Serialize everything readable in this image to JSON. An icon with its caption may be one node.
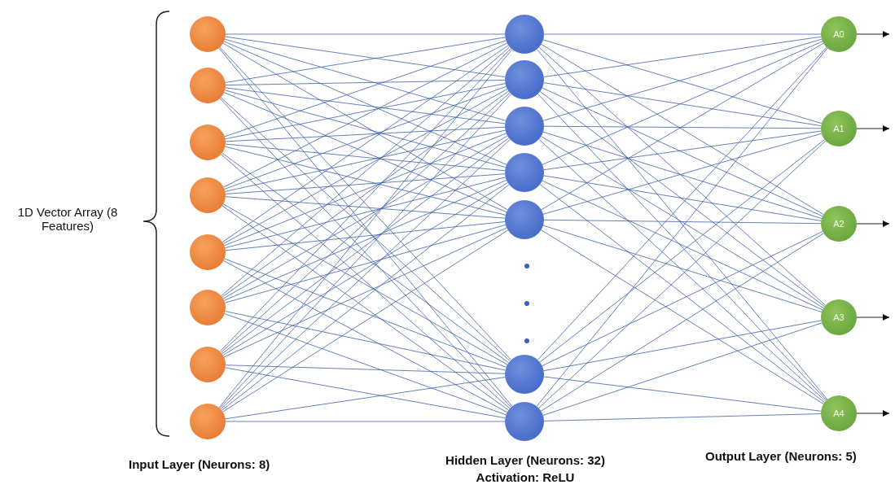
{
  "diagram": {
    "nodes": [
      {
        "text": [],
        "shape": "circle"
      },
      {
        "text": [],
        "shape": "circle"
      },
      {
        "text": [],
        "shape": "circle"
      },
      {
        "text": [],
        "shape": "circle"
      },
      {
        "text": [],
        "shape": "circle"
      },
      {
        "text": [],
        "shape": "circle"
      },
      {
        "text": [],
        "shape": "circle"
      },
      {
        "text": [],
        "shape": "circle"
      },
      {
        "text": [],
        "shape": "circle"
      },
      {
        "text": [],
        "shape": "circle"
      },
      {
        "text": [],
        "shape": "circle"
      },
      {
        "text": [],
        "shape": "circle"
      },
      {
        "text": [],
        "shape": "circle"
      },
      {
        "text": [],
        "shape": "circle"
      },
      {
        "text": [],
        "shape": "circle"
      },
      {
        "text": [
          "A0"
        ]
      },
      {
        "text": [
          "A1"
        ]
      },
      {
        "text": [
          "A2"
        ]
      },
      {
        "text": [
          "A3"
        ]
      },
      {
        "text": [
          "A4"
        ]
      }
    ],
    "edges": [
      {
        "from": 0,
        "to": 8,
        "arrow": "none"
      },
      {
        "from": 0,
        "to": 9,
        "arrow": "none"
      },
      {
        "from": 0,
        "to": 10,
        "arrow": "none"
      },
      {
        "from": 0,
        "to": 11,
        "arrow": "none"
      },
      {
        "from": 0,
        "to": 12,
        "arrow": "none"
      },
      {
        "from": 0,
        "to": 13,
        "arrow": "none"
      },
      {
        "from": 0,
        "to": 14,
        "arrow": "none"
      },
      {
        "from": 1,
        "to": 8,
        "arrow": "none"
      },
      {
        "from": 1,
        "to": 9,
        "arrow": "none"
      },
      {
        "from": 1,
        "to": 10,
        "arrow": "none"
      },
      {
        "from": 1,
        "to": 11,
        "arrow": "none"
      },
      {
        "from": 1,
        "to": 12,
        "arrow": "none"
      },
      {
        "from": 1,
        "to": 13,
        "arrow": "none"
      },
      {
        "from": 1,
        "to": 14,
        "arrow": "none"
      },
      {
        "from": 2,
        "to": 8,
        "arrow": "none"
      },
      {
        "from": 2,
        "to": 9,
        "arrow": "none"
      },
      {
        "from": 2,
        "to": 10,
        "arrow": "none"
      },
      {
        "from": 2,
        "to": 11,
        "arrow": "none"
      },
      {
        "from": 2,
        "to": 12,
        "arrow": "none"
      },
      {
        "from": 2,
        "to": 13,
        "arrow": "none"
      },
      {
        "from": 2,
        "to": 14,
        "arrow": "none"
      },
      {
        "from": 3,
        "to": 8,
        "arrow": "none"
      },
      {
        "from": 3,
        "to": 9,
        "arrow": "none"
      },
      {
        "from": 3,
        "to": 10,
        "arrow": "none"
      },
      {
        "from": 3,
        "to": 11,
        "arrow": "none"
      },
      {
        "from": 3,
        "to": 12,
        "arrow": "none"
      },
      {
        "from": 3,
        "to": 13,
        "arrow": "none"
      },
      {
        "from": 3,
        "to": 14,
        "arrow": "none"
      },
      {
        "from": 4,
        "to": 8,
        "arrow": "none"
      },
      {
        "from": 4,
        "to": 9,
        "arrow": "none"
      },
      {
        "from": 4,
        "to": 10,
        "arrow": "none"
      },
      {
        "from": 4,
        "to": 11,
        "arrow": "none"
      },
      {
        "from": 4,
        "to": 12,
        "arrow": "none"
      },
      {
        "from": 4,
        "to": 13,
        "arrow": "none"
      },
      {
        "from": 4,
        "to": 14,
        "arrow": "none"
      },
      {
        "from": 5,
        "to": 8,
        "arrow": "none"
      },
      {
        "from": 5,
        "to": 9,
        "arrow": "none"
      },
      {
        "from": 5,
        "to": 10,
        "arrow": "none"
      },
      {
        "from": 5,
        "to": 11,
        "arrow": "none"
      },
      {
        "from": 5,
        "to": 12,
        "arrow": "none"
      },
      {
        "from": 5,
        "to": 13,
        "arrow": "none"
      },
      {
        "from": 5,
        "to": 14,
        "arrow": "none"
      },
      {
        "from": 6,
        "to": 8,
        "arrow": "none"
      },
      {
        "from": 6,
        "to": 9,
        "arrow": "none"
      },
      {
        "from": 6,
        "to": 10,
        "arrow": "none"
      },
      {
        "from": 6,
        "to": 11,
        "arrow": "none"
      },
      {
        "from": 6,
        "to": 12,
        "arrow": "none"
      },
      {
        "from": 6,
        "to": 13,
        "arrow": "none"
      },
      {
        "from": 6,
        "to": 14,
        "arrow": "none"
      },
      {
        "from": 7,
        "to": 8,
        "arrow": "none"
      },
      {
        "from": 7,
        "to": 9,
        "arrow": "none"
      },
      {
        "from": 7,
        "to": 10,
        "arrow": "none"
      },
      {
        "from": 7,
        "to": 11,
        "arrow": "none"
      },
      {
        "from": 7,
        "to": 12,
        "arrow": "none"
      },
      {
        "from": 7,
        "to": 13,
        "arrow": "none"
      },
      {
        "from": 7,
        "to": 14,
        "arrow": "none"
      },
      {
        "from": 8,
        "to": 15,
        "arrow": "none"
      },
      {
        "from": 8,
        "to": 16,
        "arrow": "none"
      },
      {
        "from": 8,
        "to": 17,
        "arrow": "none"
      },
      {
        "from": 8,
        "to": 18,
        "arrow": "none"
      },
      {
        "from": 8,
        "to": 19,
        "arrow": "none"
      },
      {
        "from": 9,
        "to": 15,
        "arrow": "none"
      },
      {
        "from": 9,
        "to": 16,
        "arrow": "none"
      },
      {
        "from": 9,
        "to": 17,
        "arrow": "none"
      },
      {
        "from": 9,
        "to": 18,
        "arrow": "none"
      },
      {
        "from": 9,
        "to": 19,
        "arrow": "none"
      },
      {
        "from": 10,
        "to": 15,
        "arrow": "none"
      },
      {
        "from": 10,
        "to": 16,
        "arrow": "none"
      },
      {
        "from": 10,
        "to": 17,
        "arrow": "none"
      },
      {
        "from": 10,
        "to": 18,
        "arrow": "none"
      },
      {
        "from": 10,
        "to": 19,
        "arrow": "none"
      },
      {
        "from": 11,
        "to": 15,
        "arrow": "none"
      },
      {
        "from": 11,
        "to": 16,
        "arrow": "none"
      },
      {
        "from": 11,
        "to": 17,
        "arrow": "none"
      },
      {
        "from": 11,
        "to": 18,
        "arrow": "none"
      },
      {
        "from": 11,
        "to": 19,
        "arrow": "none"
      },
      {
        "from": 12,
        "to": 15,
        "arrow": "none"
      },
      {
        "from": 12,
        "to": 16,
        "arrow": "none"
      },
      {
        "from": 12,
        "to": 17,
        "arrow": "none"
      },
      {
        "from": 12,
        "to": 18,
        "arrow": "none"
      },
      {
        "from": 12,
        "to": 19,
        "arrow": "none"
      },
      {
        "from": 13,
        "to": 15,
        "arrow": "none"
      },
      {
        "from": 13,
        "to": 16,
        "arrow": "none"
      },
      {
        "from": 13,
        "to": 17,
        "arrow": "none"
      },
      {
        "from": 13,
        "to": 18,
        "arrow": "none"
      },
      {
        "from": 13,
        "to": 19,
        "arrow": "none"
      },
      {
        "from": 14,
        "to": 15,
        "arrow": "none"
      },
      {
        "from": 14,
        "to": 16,
        "arrow": "none"
      },
      {
        "from": 14,
        "to": 17,
        "arrow": "none"
      },
      {
        "from": 14,
        "to": 18,
        "arrow": "none"
      },
      {
        "from": 14,
        "to": 19,
        "arrow": "none"
      },
      {
        "from": 15,
        "to": null,
        "arrow": "to",
        "color": "#222222"
      },
      {
        "from": 16,
        "to": null,
        "arrow": "to",
        "color": "#222222"
      },
      {
        "from": 17,
        "to": null,
        "arrow": "to",
        "color": "#222222"
      },
      {
        "from": 18,
        "to": null,
        "arrow": "to",
        "color": "#222222"
      },
      {
        "from": 19,
        "to": null,
        "arrow": "to",
        "color": "#222222"
      }
    ],
    "labels": [
      "1D Vector Array (8 Features)",
      "Input Layer (Neurons: 8)",
      "Hidden Layer (Neurons: 32)",
      "Activation: ReLU",
      "Output Layer (Neurons: 5)"
    ]
  }
}
